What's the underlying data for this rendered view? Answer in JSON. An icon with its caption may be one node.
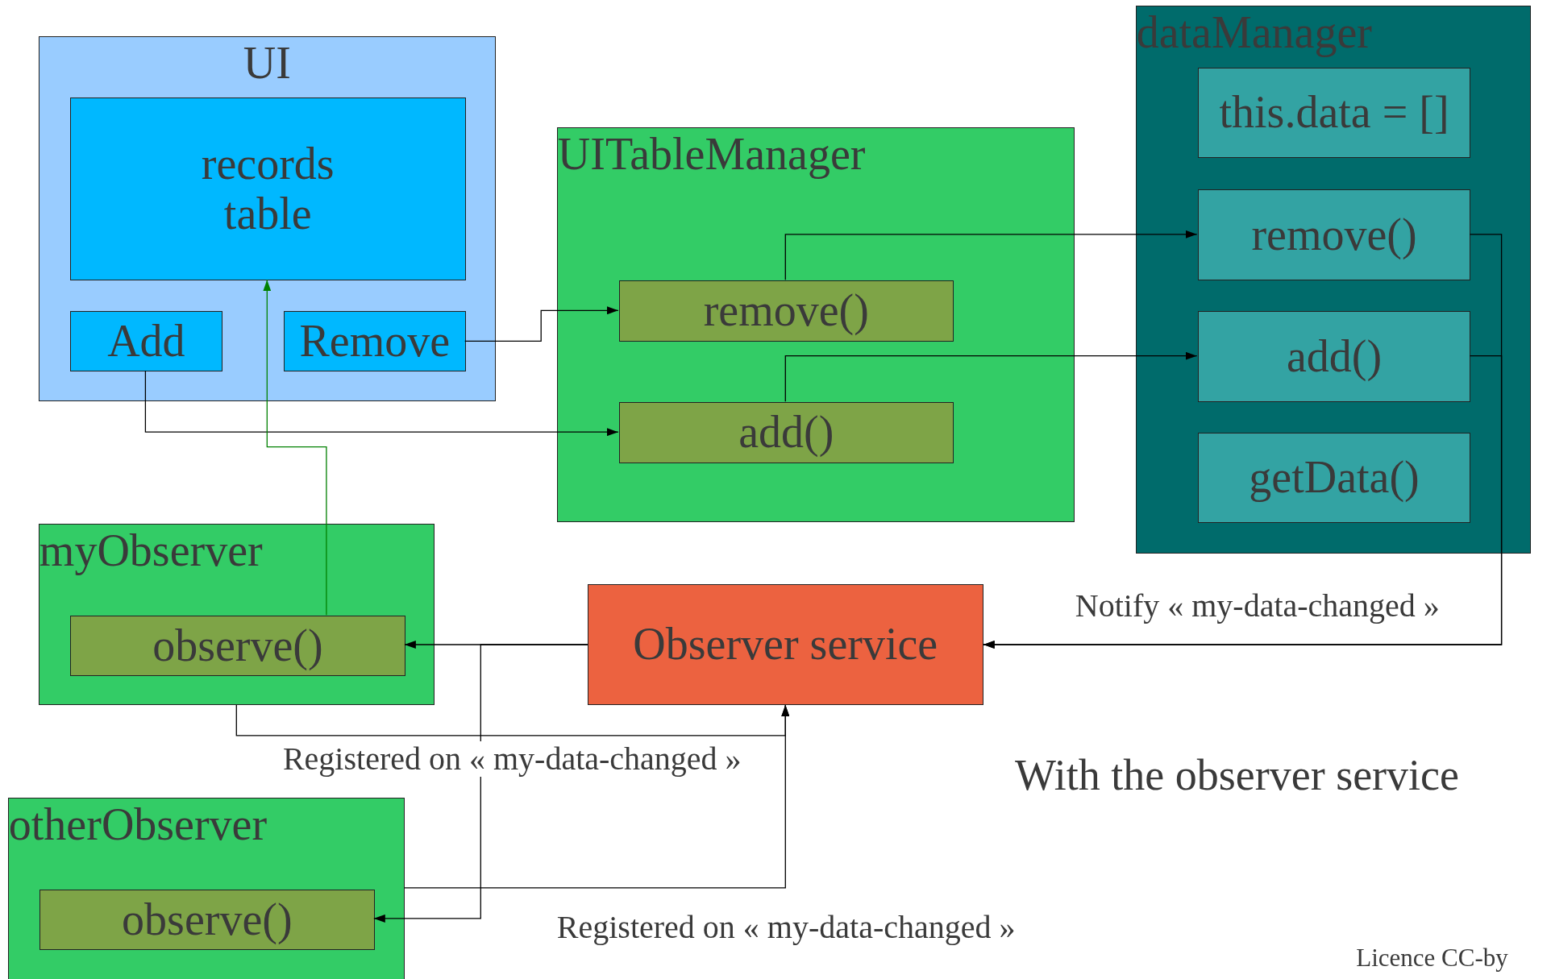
{
  "diagram": {
    "nodes": [
      {
        "text": [
          "UI"
        ]
      },
      {
        "text": [
          "records table"
        ],
        "in": 0
      },
      {
        "text": [
          "Add"
        ],
        "in": 0
      },
      {
        "text": [
          "Remove"
        ],
        "in": 0
      },
      {
        "text": [
          "UITableManager"
        ]
      },
      {
        "text": [
          "remove()"
        ],
        "in": 4
      },
      {
        "text": [
          "add()"
        ],
        "in": 4
      },
      {
        "text": [
          "dataManager"
        ]
      },
      {
        "text": [
          "this.data = []"
        ],
        "in": 7
      },
      {
        "text": [
          "remove()"
        ],
        "in": 7
      },
      {
        "text": [
          "add()"
        ],
        "in": 7
      },
      {
        "text": [
          "getData()"
        ],
        "in": 7
      },
      {
        "text": [
          "myObserver"
        ]
      },
      {
        "text": [
          "observe()"
        ],
        "in": 12
      },
      {
        "text": [
          "Observer service"
        ]
      },
      {
        "text": [
          "otherObserver"
        ]
      },
      {
        "text": [
          "observe()"
        ],
        "in": 15
      }
    ],
    "edges": [
      {
        "from": 3,
        "to": 5,
        "arrow": "to"
      },
      {
        "from": 2,
        "to": 6,
        "arrow": "to"
      },
      {
        "from": 5,
        "to": 9,
        "arrow": "to"
      },
      {
        "from": 6,
        "to": 10,
        "arrow": "to"
      },
      {
        "from": 9,
        "to": 14,
        "arrow": "to",
        "label": "Notify « my-data-changed »"
      },
      {
        "from": 10,
        "to": 14,
        "arrow": "to"
      },
      {
        "from": 14,
        "to": 13,
        "arrow": "to"
      },
      {
        "from": 14,
        "to": 16,
        "arrow": "to"
      },
      {
        "from": 12,
        "to": 14,
        "arrow": "to",
        "label": "Registered on « my-data-changed »"
      },
      {
        "from": 15,
        "to": 14,
        "arrow": "to",
        "label": "Registered on « my-data-changed »"
      },
      {
        "from": 13,
        "to": 1,
        "arrow": "to",
        "color": "#008000"
      }
    ],
    "labels": [
      "With the observer service",
      "Licence CC-by"
    ]
  }
}
